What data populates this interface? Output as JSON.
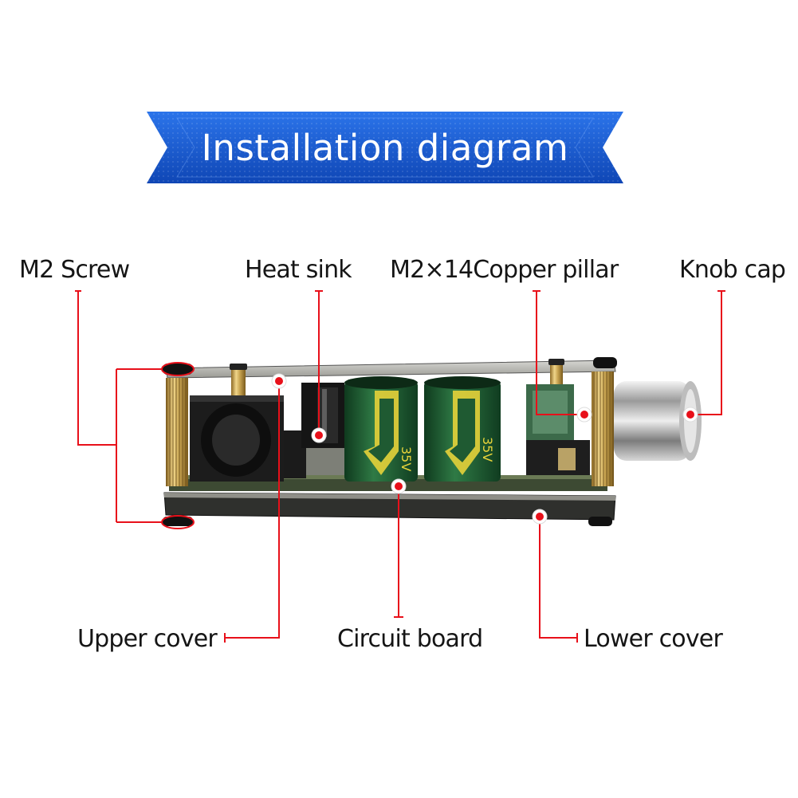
{
  "title": "Installation diagram",
  "labels": {
    "m2_screw": "M2 Screw",
    "heat_sink": "Heat sink",
    "copper_pillar": "M2×14Copper pillar",
    "knob_cap": "Knob cap",
    "upper_cover": "Upper cover",
    "circuit_board": "Circuit board",
    "lower_cover": "Lower cover"
  },
  "capacitor_marking": "35V",
  "colors": {
    "banner_blue": "#1a5fd6",
    "banner_dark": "#0d3a9a",
    "leader_red": "#e8101a",
    "capacitor_green": "#1f5a32",
    "brass": "#c9a552"
  }
}
